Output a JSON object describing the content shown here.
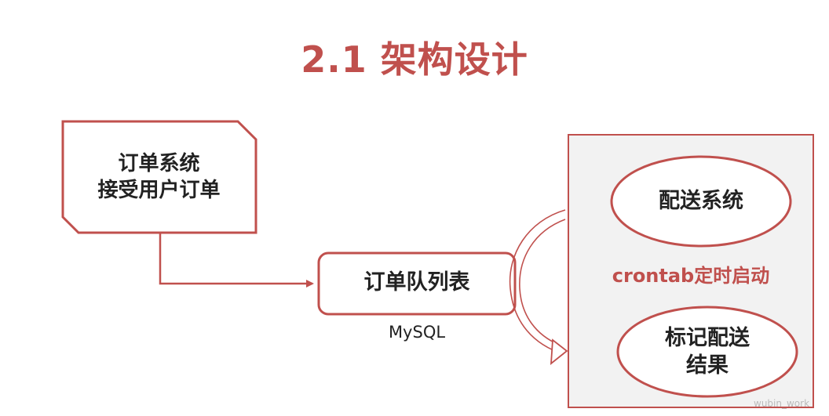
{
  "title": "2.1 架构设计",
  "nodes": {
    "order_system": {
      "line1": "订单系统",
      "line2": "接受用户订单"
    },
    "order_queue": {
      "label": "订单队列表",
      "caption": "MySQL"
    },
    "delivery_system": {
      "label": "配送系统"
    },
    "mark_result": {
      "line1": "标记配送",
      "line2": "结果"
    }
  },
  "trigger_label": "crontab定时启动",
  "watermark": "wubin_work",
  "colors": {
    "accent": "#c0504d",
    "group_background": "#f2f2f2",
    "text": "#222222"
  }
}
